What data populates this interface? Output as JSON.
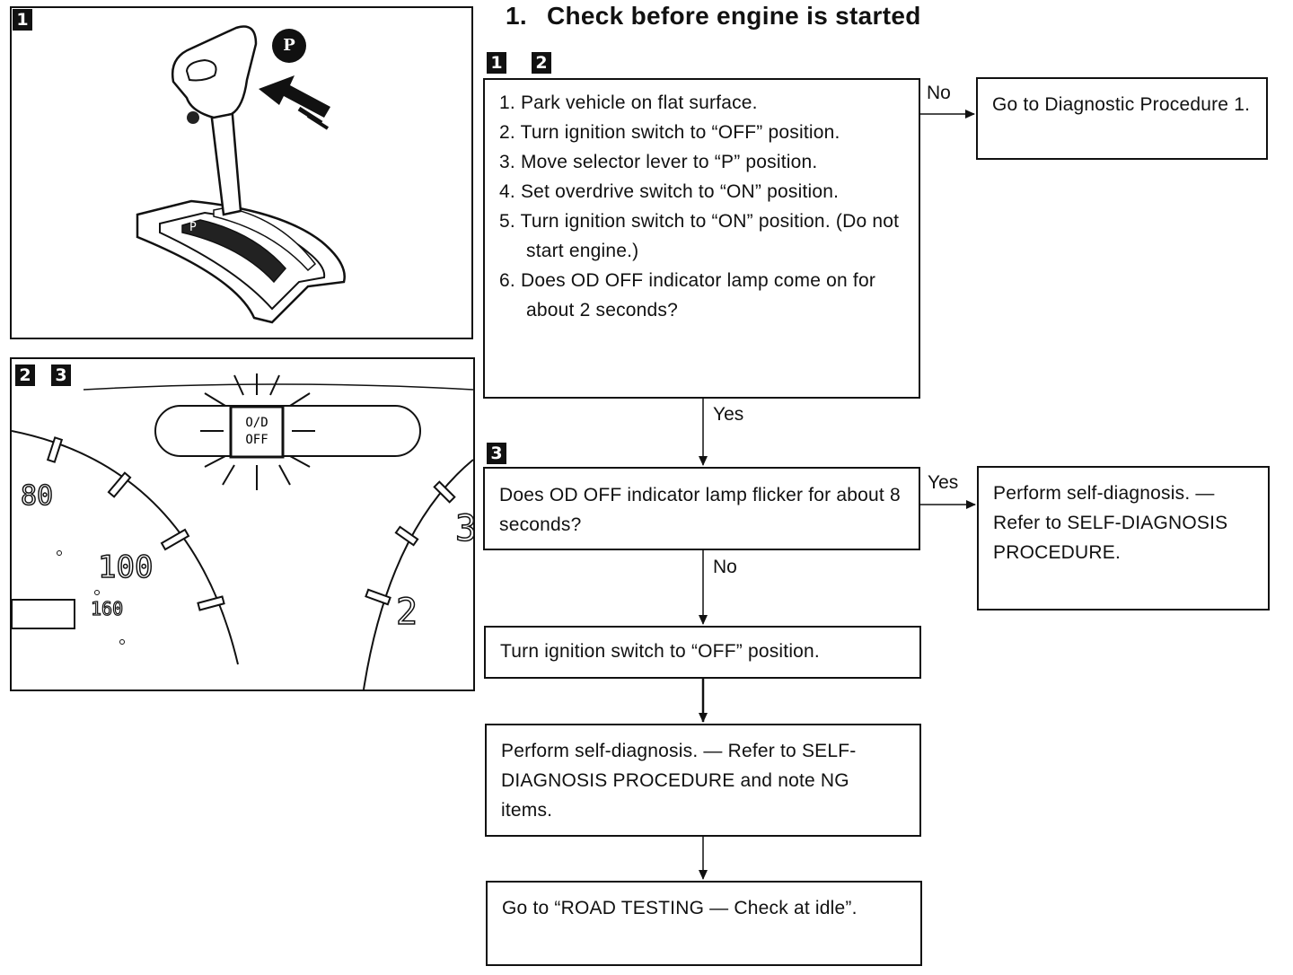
{
  "title": {
    "number": "1.",
    "text": "Check before engine is started"
  },
  "figures": {
    "fig1": {
      "badge": "1",
      "shift_position": "P"
    },
    "fig2": {
      "badges": [
        "2",
        "3"
      ],
      "indicator_line1": "O/D",
      "indicator_line2": "OFF",
      "gauge_labels": [
        "80",
        "100",
        "160",
        "2",
        "3"
      ]
    }
  },
  "flowchart": {
    "step1": {
      "badges": [
        "1",
        "2"
      ],
      "items": [
        "1. Park vehicle on flat surface.",
        "2. Turn ignition switch to “OFF” position.",
        "3. Move selector lever to “P” position.",
        "4. Set overdrive switch to “ON” position.",
        "5. Turn ignition switch to “ON” position. (Do not start engine.)",
        "6. Does OD OFF indicator lamp come on for about 2 seconds?"
      ],
      "no_label": "No",
      "yes_label": "Yes"
    },
    "no_result": "Go to Diagnostic Procedure 1.",
    "step2": {
      "badge": "3",
      "text": "Does OD OFF indicator lamp flicker for about 8 seconds?",
      "yes_label": "Yes",
      "no_label": "No"
    },
    "yes_result": "Perform self-diagnosis. — Refer to SELF-DIAGNOSIS PROCEDURE.",
    "step3": "Turn ignition switch to “OFF” position.",
    "step4": "Perform self-diagnosis. — Refer to SELF-DIAGNOSIS PROCEDURE and note NG items.",
    "step5": "Go to “ROAD TESTING — Check at idle”."
  }
}
